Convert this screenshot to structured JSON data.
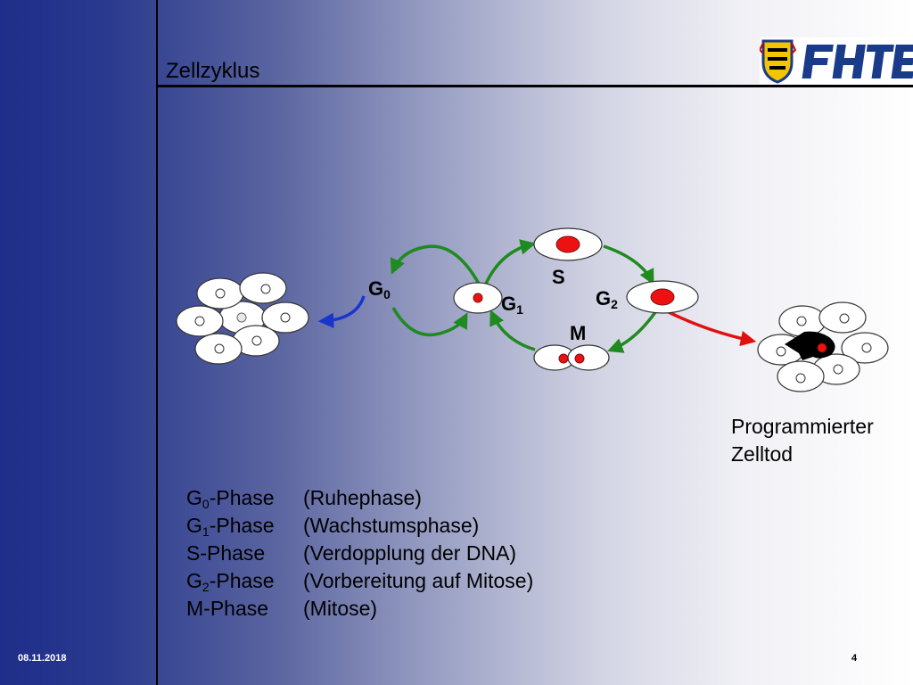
{
  "slide": {
    "title": "Zellzyklus",
    "date": "08.11.2018",
    "page_number": "4"
  },
  "logo": {
    "text": "FHTE",
    "colors": {
      "blue": "#1a3a8a",
      "yellow": "#f3c400",
      "red": "#d40000"
    }
  },
  "diagram": {
    "labels": {
      "g0": "G",
      "g0_sub": "0",
      "g1": "G",
      "g1_sub": "1",
      "g2": "G",
      "g2_sub": "2",
      "s": "S",
      "m": "M"
    },
    "caption_line1": "Programmierter",
    "caption_line2": "Zelltod",
    "colors": {
      "cycle_arrows": "#1f8a1f",
      "g0_arrow": "#1a35cc",
      "death_arrow": "#e01010",
      "nucleus_red": "#ee1111"
    }
  },
  "legend": [
    {
      "phase": "G",
      "sub": "0",
      "suffix": "-Phase",
      "description": "(Ruhephase)"
    },
    {
      "phase": "G",
      "sub": "1",
      "suffix": "-Phase",
      "description": "(Wachstumsphase)"
    },
    {
      "phase": "S",
      "sub": "",
      "suffix": "-Phase",
      "description": "(Verdopplung der DNA)"
    },
    {
      "phase": "G",
      "sub": "2",
      "suffix": "-Phase",
      "description": "(Vorbereitung auf Mitose)"
    },
    {
      "phase": "M",
      "sub": "",
      "suffix": "-Phase",
      "description": "(Mitose)"
    }
  ]
}
